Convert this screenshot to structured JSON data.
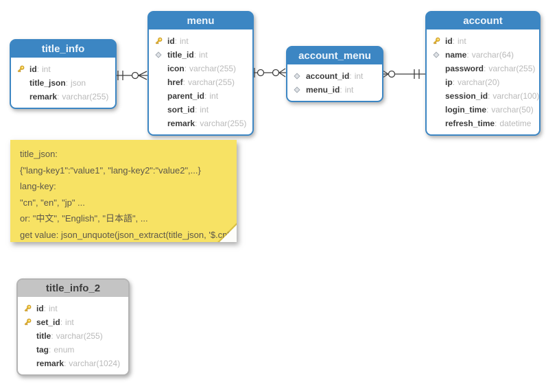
{
  "ui": {
    "colon": ":"
  },
  "tables": [
    {
      "name": "title_info",
      "style": "blue",
      "columns": [
        {
          "icon": "key",
          "name": "id",
          "type": "int"
        },
        {
          "icon": "none",
          "name": "title_json",
          "type": "json"
        },
        {
          "icon": "none",
          "name": "remark",
          "type": "varchar(255)"
        }
      ]
    },
    {
      "name": "menu",
      "style": "blue",
      "columns": [
        {
          "icon": "key",
          "name": "id",
          "type": "int"
        },
        {
          "icon": "diamond",
          "name": "title_id",
          "type": "int"
        },
        {
          "icon": "none",
          "name": "icon",
          "type": "varchar(255)"
        },
        {
          "icon": "none",
          "name": "href",
          "type": "varchar(255)"
        },
        {
          "icon": "none",
          "name": "parent_id",
          "type": "int"
        },
        {
          "icon": "none",
          "name": "sort_id",
          "type": "int"
        },
        {
          "icon": "none",
          "name": "remark",
          "type": "varchar(255)"
        }
      ]
    },
    {
      "name": "account_menu",
      "style": "blue",
      "columns": [
        {
          "icon": "diamond",
          "name": "account_id",
          "type": "int"
        },
        {
          "icon": "diamond",
          "name": "menu_id",
          "type": "int"
        }
      ]
    },
    {
      "name": "account",
      "style": "blue",
      "columns": [
        {
          "icon": "key",
          "name": "id",
          "type": "int"
        },
        {
          "icon": "diamond",
          "name": "name",
          "type": "varchar(64)"
        },
        {
          "icon": "none",
          "name": "password",
          "type": "varchar(255)"
        },
        {
          "icon": "none",
          "name": "ip",
          "type": "varchar(20)"
        },
        {
          "icon": "none",
          "name": "session_id",
          "type": "varchar(100)"
        },
        {
          "icon": "none",
          "name": "login_time",
          "type": "varchar(50)"
        },
        {
          "icon": "none",
          "name": "refresh_time",
          "type": "datetime"
        }
      ]
    },
    {
      "name": "title_info_2",
      "style": "gray",
      "columns": [
        {
          "icon": "key",
          "name": "id",
          "type": "int"
        },
        {
          "icon": "key",
          "name": "set_id",
          "type": "int"
        },
        {
          "icon": "none",
          "name": "title",
          "type": "varchar(255)"
        },
        {
          "icon": "none",
          "name": "tag",
          "type": "enum"
        },
        {
          "icon": "none",
          "name": "remark",
          "type": "varchar(1024)"
        }
      ]
    }
  ],
  "note": {
    "lines": [
      "title_json:",
      "{\"lang-key1\":\"value1\", \"lang-key2\":\"value2\",...}",
      "lang-key:",
      "\"cn\", \"en\", \"jp\" ...",
      "or: \"中文\", \"English\", \"日本語\", ...",
      "get value: json_unquote(json_extract(title_json, '$.cn')"
    ]
  },
  "relationships": [
    {
      "from": "title_info",
      "to": "menu",
      "from_end": "exactly-one (||)",
      "to_end": "zero-or-many (o<)"
    },
    {
      "from": "menu",
      "to": "account_menu",
      "from_end": "one (|o)",
      "to_end": "zero-or-many (o<)"
    },
    {
      "from": "account_menu",
      "to": "account",
      "from_end": "zero-or-many (>o)",
      "to_end": "exactly-one (||)"
    }
  ],
  "colors": {
    "table_header_blue": "#3c86c3",
    "table_header_gray": "#c4c4c4",
    "note_yellow": "#f7e264",
    "column_name_dark": "#3a3a3a",
    "column_type_gray": "#b9b9b9",
    "connector_line": "#3f3f3f"
  }
}
